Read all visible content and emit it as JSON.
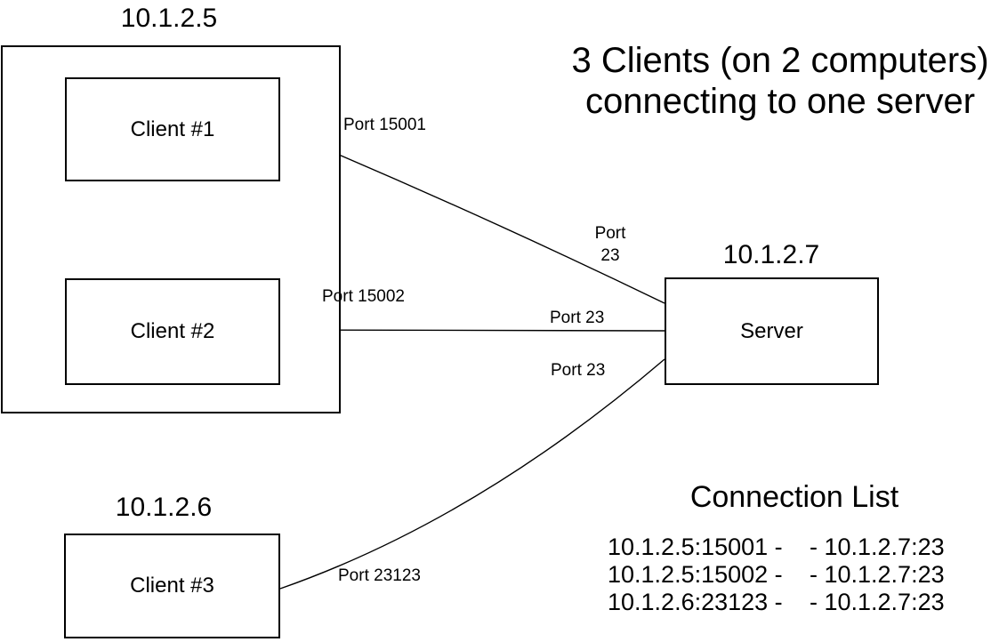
{
  "title": {
    "line1": "3 Clients (on 2 computers)",
    "line2": "connecting to one server"
  },
  "computers": [
    {
      "ip": "10.1.2.5",
      "clients": [
        "Client #1",
        "Client #2"
      ]
    },
    {
      "ip": "10.1.2.6",
      "clients": [
        "Client #3"
      ]
    }
  ],
  "server": {
    "ip": "10.1.2.7",
    "label": "Server"
  },
  "port_labels": {
    "client1_port": "Port 15001",
    "client2_port": "Port 15002",
    "client3_port": "Port 23123",
    "server_port_conn1": "Port 23",
    "server_port_conn2": "Port 23",
    "server_port_conn3": "Port 23"
  },
  "connection_list": {
    "heading": "Connection List",
    "entries": [
      {
        "left": "10.1.2.5:15001 -",
        "right": "- 10.1.2.7:23"
      },
      {
        "left": "10.1.2.5:15002 -",
        "right": "- 10.1.2.7:23"
      },
      {
        "left": "10.1.2.6:23123 -",
        "right": "- 10.1.2.7:23"
      }
    ]
  },
  "colors": {
    "background": "#ffffff",
    "line": "#000000",
    "text": "#000000"
  }
}
